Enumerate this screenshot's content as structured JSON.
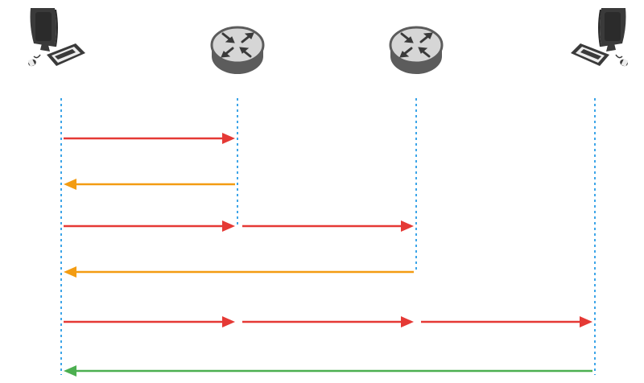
{
  "nodes": [
    {
      "kind": "computer",
      "icon": "desktop-computer-icon"
    },
    {
      "kind": "router",
      "icon": "router-icon"
    },
    {
      "kind": "router",
      "icon": "router-icon"
    },
    {
      "kind": "computer",
      "icon": "desktop-computer-icon"
    }
  ],
  "messages": [
    {
      "from": 0,
      "to": 1,
      "color": "#e53935"
    },
    {
      "from": 1,
      "to": 0,
      "color": "#f39c12"
    },
    {
      "from": 0,
      "to": 2,
      "color": "#e53935"
    },
    {
      "from": 2,
      "to": 0,
      "color": "#f39c12"
    },
    {
      "from": 0,
      "to": 3,
      "color": "#e53935"
    },
    {
      "from": 3,
      "to": 0,
      "color": "#4caf50"
    }
  ],
  "colors": {
    "lifeline": "#3da5e8",
    "request": "#e53935",
    "error_reply": "#f39c12",
    "final_reply": "#4caf50",
    "device_dark": "#3a3a3a",
    "router_body": "#d9d9d9"
  }
}
